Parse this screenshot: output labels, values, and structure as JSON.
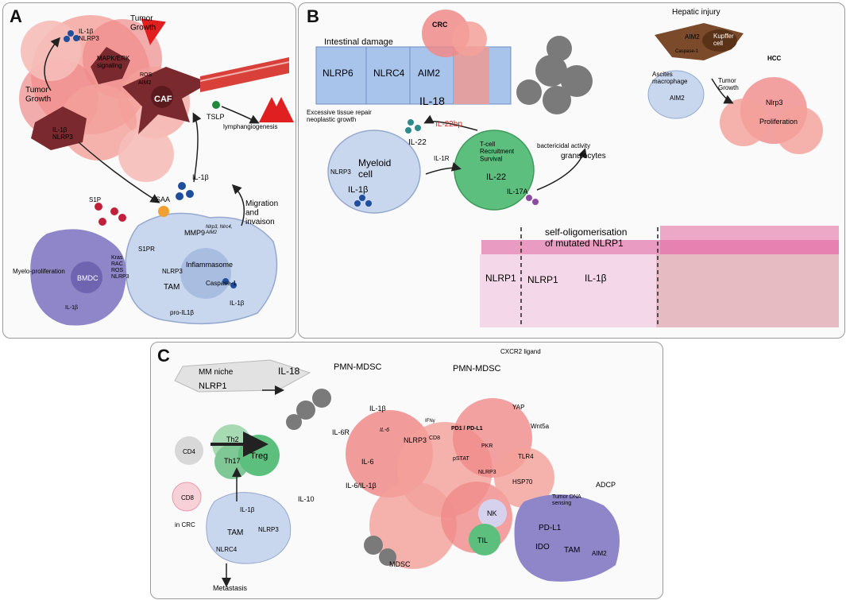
{
  "panels": {
    "a": {
      "letter": "A",
      "tumor_growth_top": "Tumor\nGrowth",
      "il1b_nlrp3_top": "IL-1β\nNLRP3",
      "mapk": "MAPK/ERK\nsignaling",
      "ros": "ROS",
      "aim2": "AIM2",
      "tumor_growth_left": "Tumor\nGrowth",
      "caf": "CAF",
      "il1b_nlrp3_low": "IL-1β\nNLRP3",
      "tslp": "TSLP",
      "lymphangiogenesis": "lymphangiogenesis",
      "il1b": "IL-1β",
      "s1p": "S1P",
      "saa": "SAA",
      "migration": "Migration\nand\ninvaison",
      "mmp9": "MMP9",
      "nlrp_small": "Nlrp3, Nlrc4,\nAIM2",
      "s1pr": "S1PR",
      "nlrp3": "NLRP3",
      "inflammasome": "Inflammasome",
      "tam": "TAM",
      "caspase1": "Caspase-1",
      "pro_il1b": "pro-IL1β",
      "il1b_out": "IL-1β",
      "myelo": "Myelo-proliferation",
      "bmdc": "BMDC",
      "kras": "Kras\nRAC\nROS\nNLRP3",
      "il1b_bmdc": "IL-1β"
    },
    "b": {
      "letter": "B",
      "crc": "CRC",
      "intestinal": "Intestinal damage",
      "nlrp6": "NLRP6",
      "nlrc4": "NLRC4",
      "aim2": "AIM2",
      "il18": "IL-18",
      "il22bp": "IL-22bp",
      "repair": "Excessive tissue repair\nneoplastic growth",
      "il22": "IL-22",
      "myeloid": "Myeloid\ncell",
      "nlrp3": "NLRP3",
      "il1b": "IL-1β",
      "il1r": "IL-1R",
      "tcell": "T-cell\nRecruitment\nSurvival",
      "il22_in": "IL-22",
      "il17a": "IL-17A",
      "bactericidal": "bactericidal activity",
      "granulocytes": "granulocytes",
      "hepatic": "Hepatic injury",
      "aim2_kupffer": "AIM2",
      "kupffer": "Kupffer\ncell",
      "caspase1": "Caspase-1",
      "hcc": "HCC",
      "ascites": "Ascites\nmacrophage",
      "aim2_mac": "AIM2",
      "tumor_growth": "Tumor\nGrowth",
      "nlrp3_hcc": "Nlrp3",
      "proliferation": "Proliferation",
      "self_olig": "self-oligomerisation\nof mutated NLRP1",
      "nlrp1_a": "NLRP1",
      "nlrp1_b": "NLRP1",
      "il1b_skin": "IL-1β"
    },
    "c": {
      "letter": "C",
      "mm_niche": "MM niche",
      "nlrp1": "NLRP1",
      "il18": "IL-18",
      "pmn_left": "PMN-MDSC",
      "pmn_right": "PMN-MDSC",
      "cxcr2": "CXCR2 ligand",
      "cd4": "CD4",
      "th2": "Th2",
      "th17": "Th17",
      "treg": "Treg",
      "cd8": "CD8",
      "in_crc": "in CRC",
      "il10": "IL-10",
      "tam": "TAM",
      "il1b_tam": "IL-1β",
      "nlrp3_tam": "NLRP3",
      "nlrc4": "NLRC4",
      "metastasis": "Metastasis",
      "il1b_t": "IL-1β",
      "il6r": "IL-6R",
      "il6_gene": "IL-6",
      "il6": "IL-6",
      "nlrp3_t": "NLRP3",
      "il6_il1b": "IL-6/IL-1β",
      "ifny": "IFNγ",
      "cd8_t": "CD8",
      "pd1": "PD1 / PD-L1",
      "pkr": "PKR",
      "pstat": "pSTAT",
      "nlrp3_b": "NLRP3",
      "hsp70": "HSP70",
      "tlr4": "TLR4",
      "wnt5a": "Wnt5a",
      "yap": "YAP",
      "adcp": "ADCP",
      "tumor_dna": "Tumor DNA\nsensing",
      "pdl1": "PD-L1",
      "ido": "IDO",
      "tam2": "TAM",
      "aim2": "AIM2",
      "nk": "NK",
      "til": "TIL",
      "mdsc": "MDSC"
    }
  },
  "colors": {
    "tumor": "#f08a8a",
    "tumor_light": "#f6b3ae",
    "caf": "#7a2a2e",
    "tam_cell": "#c9d7ee",
    "bmdc": "#8f86c9",
    "green_cell": "#5cbf7d",
    "red_arrow": "#e02020",
    "il1b_dot": "#1f4e9c",
    "skin_pink": "#e56fa5"
  }
}
